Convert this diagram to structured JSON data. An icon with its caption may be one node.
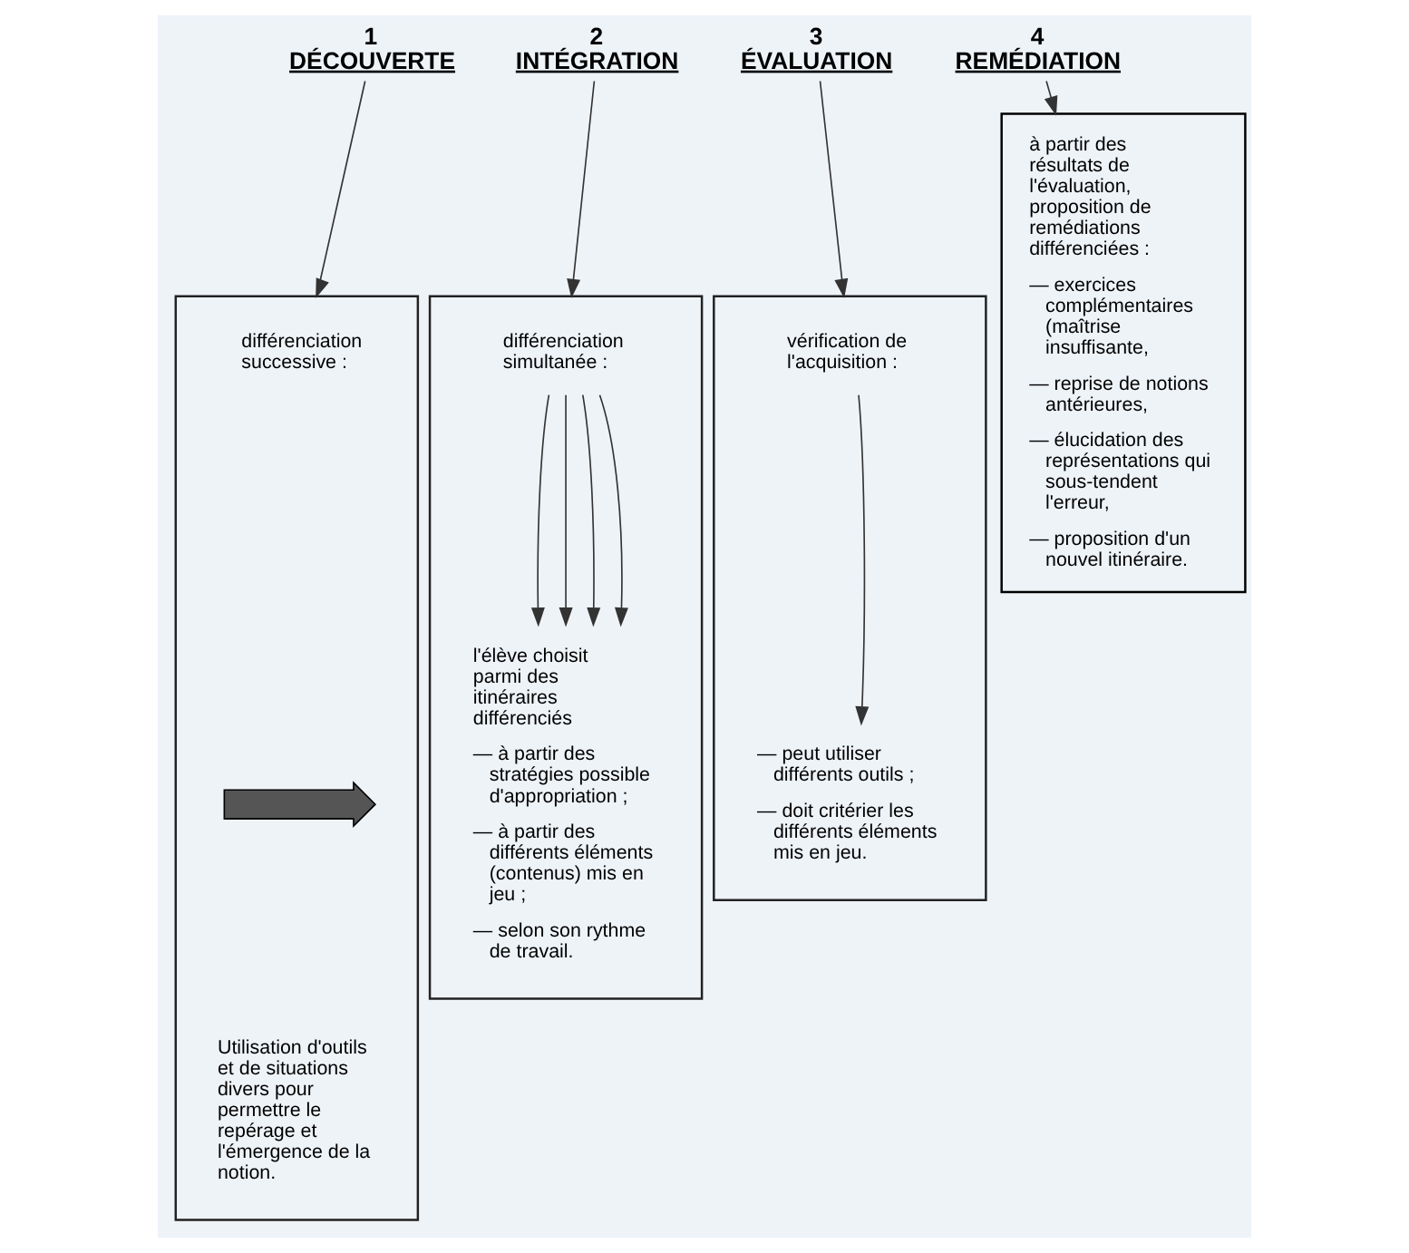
{
  "diagram": {
    "nodes": [
      {
        "text": [
          "1",
          "DÉCOUVERTE"
        ]
      },
      {
        "text": [],
        "shape": "box"
      },
      {
        "text": [
          "différenciation successive :"
        ],
        "in": 1
      },
      {
        "text": [],
        "shape": "arrow",
        "in": 1
      },
      {
        "text": [
          "Utilisation d'outils et de situations divers pour permettre le repérage et l'émergence de la notion."
        ],
        "in": 1
      },
      {
        "text": [
          "2",
          "INTÉGRATION"
        ]
      },
      {
        "text": [],
        "shape": "box"
      },
      {
        "text": [
          "différenciation simultanée :"
        ],
        "in": 6
      },
      {
        "text": [
          "l'élève choisit parmi des itinéraires différenciés",
          "— à partir des stratégies possible d'appropriation ;",
          "— à partir des différents éléments (contenus) mis en jeu ;",
          "— selon son rythme de travail."
        ],
        "in": 6
      },
      {
        "text": [
          "3",
          "ÉVALUATION"
        ]
      },
      {
        "text": [],
        "shape": "box"
      },
      {
        "text": [
          "vérification de l'acquisition :"
        ],
        "in": 10
      },
      {
        "text": [
          "— peut utiliser différents outils ;",
          "— doit critérier les différents éléments mis en jeu."
        ],
        "in": 10
      },
      {
        "text": [
          "4",
          "REMÉDIATION"
        ]
      },
      {
        "text": [
          "à partir des résultats de l'évaluation, proposition de remédiations différenciées :",
          "— exercices complémentaires (maîtrise insuffisante,",
          "— reprise de notions antérieures,",
          "— élucidation des représentations qui sous-tendent l'erreur,",
          "— proposition d'un nouvel itinéraire."
        ]
      }
    ],
    "edges": [
      {
        "from": 0,
        "to": 1,
        "arrow": "to"
      },
      {
        "from": 5,
        "to": 6,
        "arrow": "to"
      },
      {
        "from": 9,
        "to": 10,
        "arrow": "to"
      },
      {
        "from": 13,
        "to": 14,
        "arrow": "to"
      },
      {
        "from": 7,
        "to": 8,
        "arrow": "to"
      },
      {
        "from": 7,
        "to": 8,
        "arrow": "to"
      },
      {
        "from": 7,
        "to": 8,
        "arrow": "to"
      },
      {
        "from": 7,
        "to": 8,
        "arrow": "to"
      },
      {
        "from": 11,
        "to": 12,
        "arrow": "to"
      }
    ]
  }
}
